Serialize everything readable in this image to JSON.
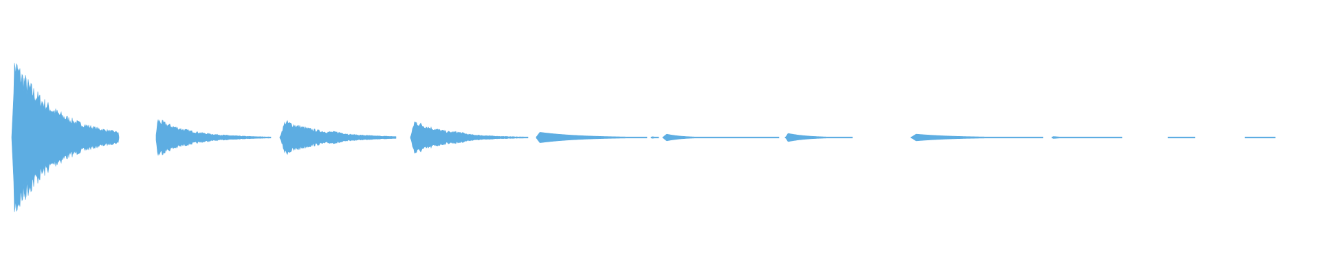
{
  "waveform": {
    "color": "#5dade2",
    "background": "#ffffff",
    "events": [
      {
        "start": 0.009,
        "attack": 0.002,
        "peak": 0.93,
        "decay": 0.03,
        "end": 0.09,
        "kind": "pluck"
      },
      {
        "start": 0.118,
        "attack": 0.0015,
        "peak": 0.22,
        "decay": 0.025,
        "end": 0.205,
        "kind": "pluck"
      },
      {
        "start": 0.212,
        "attack": 0.004,
        "peak": 0.2,
        "decay": 0.03,
        "end": 0.3,
        "kind": "swell"
      },
      {
        "start": 0.311,
        "attack": 0.003,
        "peak": 0.2,
        "decay": 0.025,
        "end": 0.4,
        "kind": "swell"
      },
      {
        "start": 0.406,
        "attack": 0.003,
        "peak": 0.07,
        "decay": 0.03,
        "end": 0.49,
        "kind": "soft"
      },
      {
        "start": 0.493,
        "attack": 0.001,
        "peak": 0.012,
        "decay": 0.004,
        "end": 0.499,
        "kind": "soft"
      },
      {
        "start": 0.502,
        "attack": 0.003,
        "peak": 0.045,
        "decay": 0.012,
        "end": 0.59,
        "kind": "soft"
      },
      {
        "start": 0.595,
        "attack": 0.002,
        "peak": 0.055,
        "decay": 0.015,
        "end": 0.646,
        "kind": "soft"
      },
      {
        "start": 0.69,
        "attack": 0.004,
        "peak": 0.045,
        "decay": 0.03,
        "end": 0.79,
        "kind": "soft"
      },
      {
        "start": 0.797,
        "attack": 0.001,
        "peak": 0.014,
        "decay": 0.008,
        "end": 0.85,
        "kind": "soft"
      },
      {
        "start": 0.885,
        "attack": 0.001,
        "peak": 0.008,
        "decay": 0.01,
        "end": 0.905,
        "kind": "soft"
      },
      {
        "start": 0.943,
        "attack": 0.001,
        "peak": 0.008,
        "decay": 0.01,
        "end": 0.966,
        "kind": "soft"
      }
    ]
  }
}
